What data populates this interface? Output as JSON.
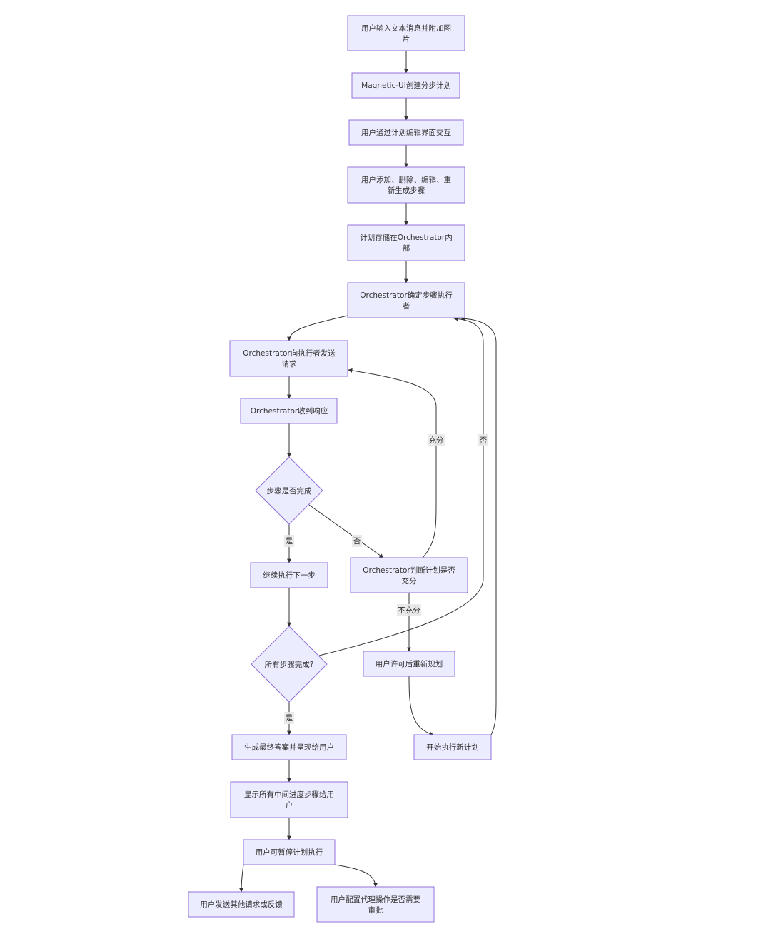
{
  "nodes": {
    "n1": {
      "lines": [
        "用户输入文本消息并附加图",
        "片"
      ]
    },
    "n2": {
      "lines": [
        "Magnetic-UI创建分步计划"
      ]
    },
    "n3": {
      "lines": [
        "用户通过计划编辑界面交互"
      ]
    },
    "n4": {
      "lines": [
        "用户添加、删除、编辑、重",
        "新生成步骤"
      ]
    },
    "n5": {
      "lines": [
        "计划存储在Orchestrator内",
        "部"
      ]
    },
    "n6": {
      "lines": [
        "Orchestrator确定步骤执行",
        "者"
      ]
    },
    "n7": {
      "lines": [
        "Orchestrator向执行者发送",
        "请求"
      ]
    },
    "n8": {
      "lines": [
        "Orchestrator收到响应"
      ]
    },
    "d1": {
      "lines": [
        "步骤是否完成"
      ]
    },
    "n9": {
      "lines": [
        "继续执行下一步"
      ]
    },
    "n10": {
      "lines": [
        "Orchestrator判断计划是否",
        "充分"
      ]
    },
    "d2": {
      "lines": [
        "所有步骤完成?"
      ]
    },
    "n11": {
      "lines": [
        "用户许可后重新规划"
      ]
    },
    "n12": {
      "lines": [
        "生成最终答案并呈现给用户"
      ]
    },
    "n13": {
      "lines": [
        "开始执行新计划"
      ]
    },
    "n14": {
      "lines": [
        "显示所有中间进度步骤给用",
        "户"
      ]
    },
    "n15": {
      "lines": [
        "用户可暂停计划执行"
      ]
    },
    "n16": {
      "lines": [
        "用户发送其他请求或反馈"
      ]
    },
    "n17": {
      "lines": [
        "用户配置代理操作是否需要",
        "审批"
      ]
    }
  },
  "edge_labels": {
    "sufficient": "充分",
    "no_right": "否",
    "yes1": "是",
    "no1": "否",
    "insufficient": "不充分",
    "yes2": "是"
  },
  "colors": {
    "node_fill": "#ECECFF",
    "node_stroke": "#9370DB",
    "edge": "#333333",
    "label_bg": "#e8e8e8"
  }
}
